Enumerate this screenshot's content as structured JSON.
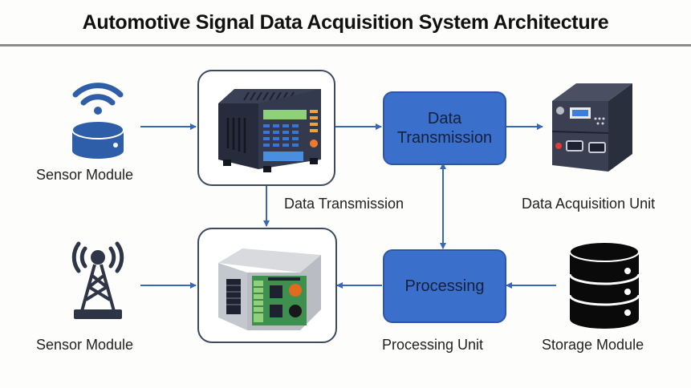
{
  "title": "Automotive Signal Data Acquisition System Architecture",
  "colors": {
    "accent_blue": "#3b6fcc",
    "arrow_blue": "#3a68b8",
    "icon_dark": "#2e3546",
    "sensor_blue": "#2f5ea8",
    "storage_black": "#0a0a0a"
  },
  "nodes": {
    "sensor_top": {
      "label": "Sensor Module",
      "icon": "wireless-sensor-icon"
    },
    "sensor_bottom": {
      "label": "Sensor Module",
      "icon": "antenna-tower-icon"
    },
    "data_logger": {
      "icon": "data-logger-device-icon"
    },
    "signal_module": {
      "icon": "signal-conditioning-module-icon"
    },
    "data_transmission_box": {
      "label_line1": "Data",
      "label_line2": "Transmission"
    },
    "processing_box": {
      "label": "Processing"
    },
    "data_acquisition_unit": {
      "label": "Data Acquisition Unit",
      "icon": "acquisition-hardware-icon"
    },
    "storage_module": {
      "label": "Storage Module",
      "icon": "database-icon"
    }
  },
  "edge_labels": {
    "vertical_transmission": "Data Transmission",
    "processing_unit": "Processing Unit"
  }
}
